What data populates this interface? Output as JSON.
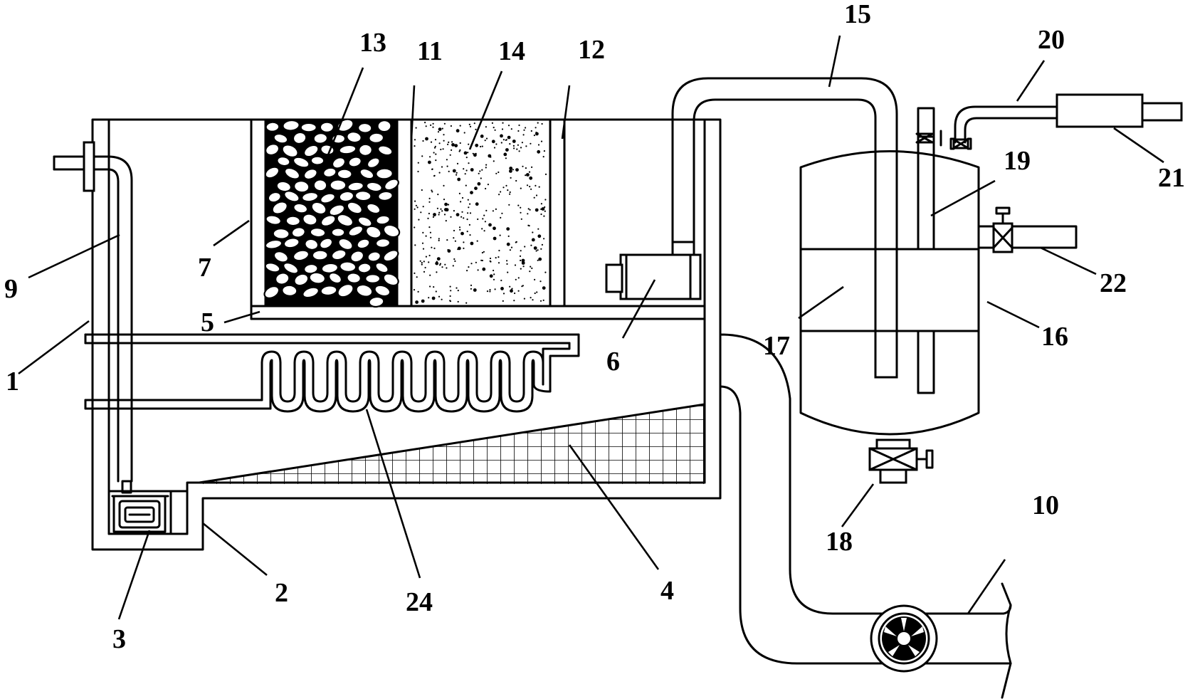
{
  "diagram": {
    "labels": {
      "l1": "1",
      "l2": "2",
      "l3": "3",
      "l4": "4",
      "l5": "5",
      "l6": "6",
      "l7": "7",
      "l9": "9",
      "l10": "10",
      "l11": "11",
      "l12": "12",
      "l13": "13",
      "l14": "14",
      "l15": "15",
      "l16": "16",
      "l17": "17",
      "l18": "18",
      "l19": "19",
      "l20": "20",
      "l21": "21",
      "l22": "22",
      "l24": "24"
    }
  }
}
